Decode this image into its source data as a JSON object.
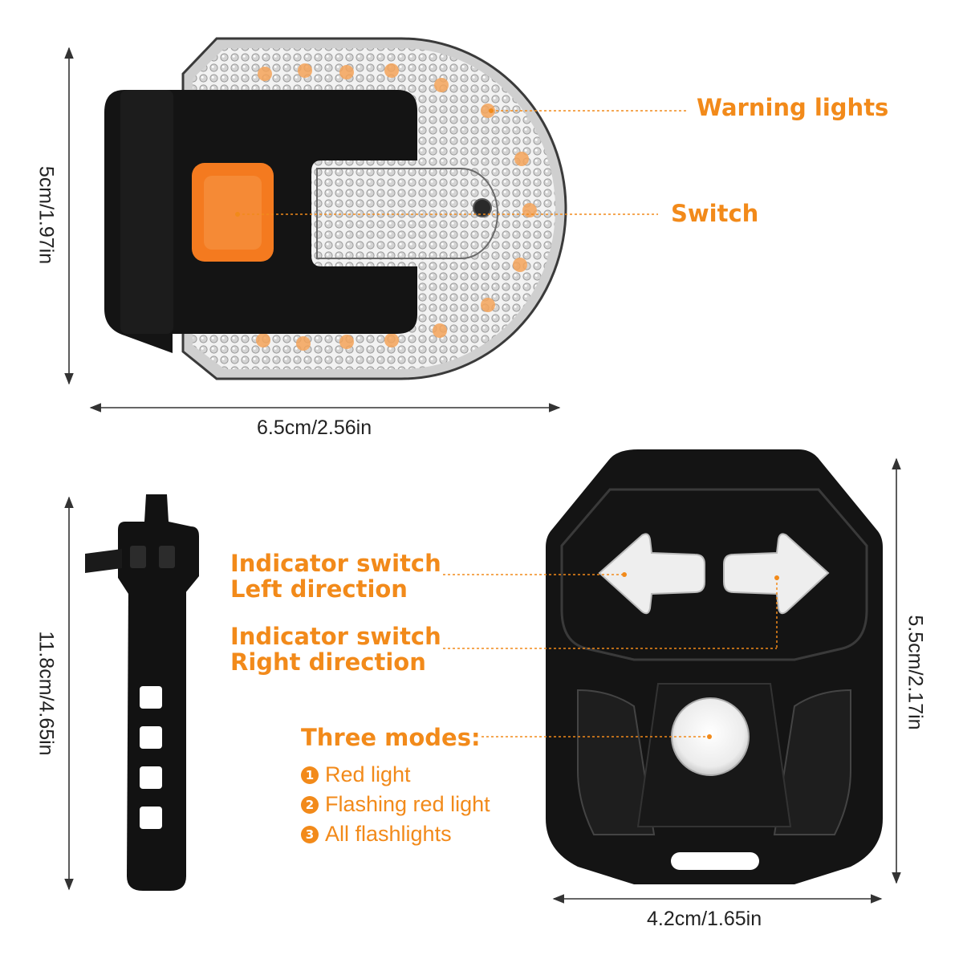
{
  "colors": {
    "accent": "#f28a1a",
    "device": "#141414",
    "lens": "#e9e9e9",
    "button": "#f47a1f"
  },
  "labels": {
    "warning_lights": "Warning lights",
    "switch": "Switch",
    "indicator_left_line1": "Indicator switch",
    "indicator_left_line2": "Left direction",
    "indicator_right_line1": "Indicator switch",
    "indicator_right_line2": "Right direction",
    "three_modes": "Three modes:"
  },
  "modes": [
    {
      "num": "1",
      "text": "Red light"
    },
    {
      "num": "2",
      "text": "Flashing red light"
    },
    {
      "num": "3",
      "text": "All flashlights"
    }
  ],
  "dimensions": {
    "light_height": "5cm/1.97in",
    "light_width": "6.5cm/2.56in",
    "strap_length": "11.8cm/4.65in",
    "remote_height": "5.5cm/2.17in",
    "remote_width": "4.2cm/1.65in"
  },
  "icons": [
    "arrow-left-icon",
    "arrow-right-icon",
    "mode-button-icon",
    "power-button-icon"
  ]
}
